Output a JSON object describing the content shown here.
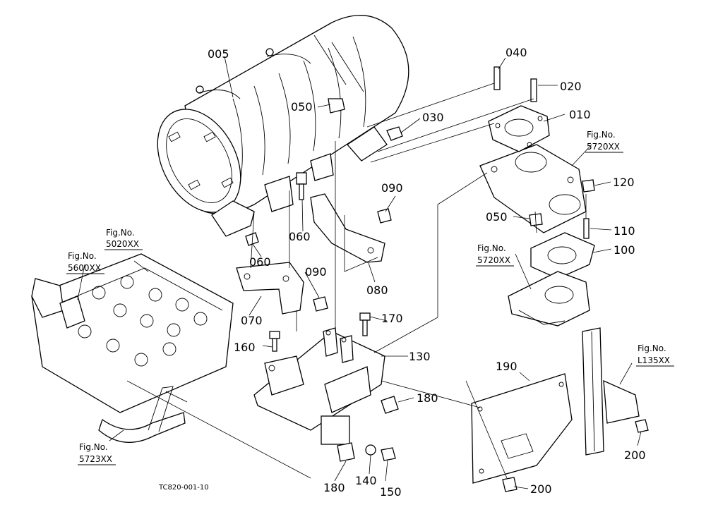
{
  "drawing_code": "TC820-001-10",
  "parts": [
    "005",
    "010",
    "020",
    "030",
    "040",
    "050",
    "050",
    "060",
    "060",
    "070",
    "080",
    "090",
    "090",
    "100",
    "110",
    "120",
    "130",
    "140",
    "150",
    "160",
    "170",
    "180",
    "180",
    "190",
    "200",
    "200"
  ],
  "figure_refs": [
    {
      "label": "Fig.No.",
      "number": "5020XX"
    },
    {
      "label": "Fig.No.",
      "number": "5600XX"
    },
    {
      "label": "Fig.No.",
      "number": "5720XX"
    },
    {
      "label": "Fig.No.",
      "number": "5720XX"
    },
    {
      "label": "Fig.No.",
      "number": "L135XX"
    },
    {
      "label": "Fig.No.",
      "number": "5723XX"
    }
  ]
}
